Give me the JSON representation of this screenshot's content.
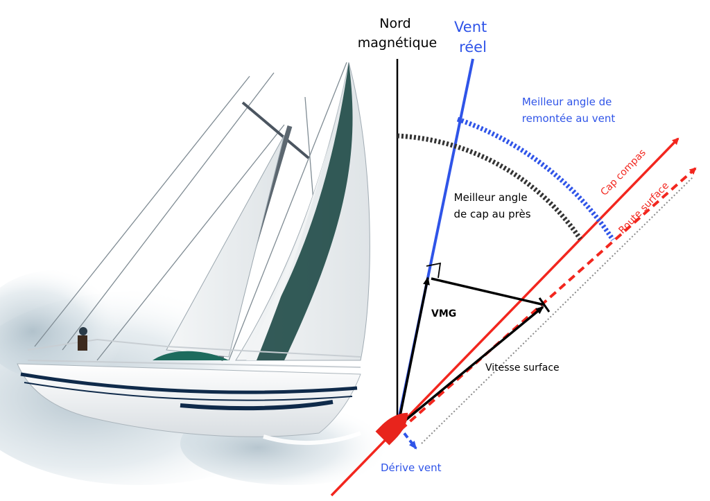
{
  "labels": {
    "north": [
      "Nord",
      "magnétique"
    ],
    "true_wind": [
      "Vent",
      "réel"
    ],
    "best_upwind_angle": [
      "Meilleur angle de",
      "remontée au vent"
    ],
    "best_heading_angle": [
      "Meilleur angle",
      "de cap au près"
    ],
    "compass_heading": "Cap compas",
    "surface_route": "Route surface",
    "vmg": "VMG",
    "surface_speed": "Vitesse surface",
    "wind_drift": "Dérive vent"
  },
  "colors": {
    "black": "#000000",
    "blue": "#2f54e8",
    "red": "#f2261e",
    "dark_gray": "#333333",
    "boat_marker": "#e8241c"
  },
  "icons": {
    "sailboat": "sailboat-illustration",
    "boat_marker": "boat-marker-icon"
  }
}
